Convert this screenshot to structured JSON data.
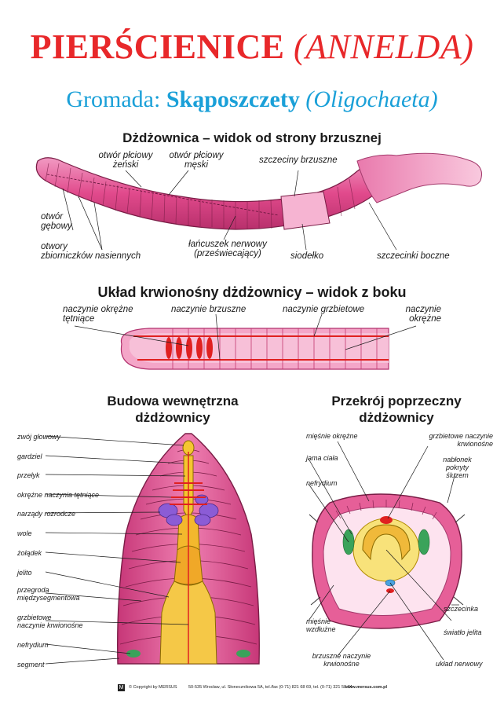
{
  "header": {
    "title": "PIERŚCIENICE",
    "title_latin": "(ANNELDA)",
    "subtitle_prefix": "Gromada:",
    "subtitle_name": "Skąposzczety",
    "subtitle_latin": "(Oligochaeta)"
  },
  "ventral_view": {
    "heading": "Dżdżownica – widok od strony brzusznej",
    "labels": {
      "female_pore": "otwór płciowy\nżeński",
      "male_pore": "otwór płciowy\nmęski",
      "ventral_setae": "szczeciny brzuszne",
      "mouth": "otwór\ngębowy",
      "seminal_pores": "otwory\nzbiorniczków nasiennych",
      "nerve_cord": "łańcuszek nerwowy\n(przeświecający)",
      "clitellum": "siodełko",
      "lateral_setae": "szczecinki boczne"
    }
  },
  "circulatory": {
    "heading": "Układ krwionośny dżdżownicy – widok z boku",
    "labels": {
      "arterial_rings": "naczynie okrężne\ntętniące",
      "ventral_vessel": "naczynie brzuszne",
      "dorsal_vessel": "naczynie grzbietowe",
      "ring_vessel": "naczynie\nokrężne"
    }
  },
  "internal": {
    "heading": "Budowa wewnętrzna\ndżdżownicy",
    "labels": [
      "zwój głowowy",
      "gardziel",
      "przełyk",
      "okrężne naczynia tętniące",
      "narządy rozrodcze",
      "wole",
      "żołądek",
      "jelito",
      "przegroda\nmiędzysegmentowa",
      "grzbietowe\nnaczynie krwionośne",
      "nefrydium",
      "segment"
    ]
  },
  "cross_section": {
    "heading": "Przekrój poprzeczny\ndżdżownicy",
    "labels": {
      "circular_muscles": "mięśnie okrężne",
      "dorsal_vessel": "grzbietowe naczynie\nkrwionośne",
      "coelom": "jama ciała",
      "cuticle": "nabłonek\npokryty\nśluzem",
      "nephridium": "nefrydium",
      "longitudinal_muscles": "mięśnie\nwzdłużne",
      "seta": "szczecinka",
      "gut_lumen": "światło jelita",
      "ventral_vessel": "brzuszne naczynie\nkrwionośne",
      "nerve_cord": "układ nerwowy"
    }
  },
  "footer": {
    "logo": "M",
    "copyright": "© Copyright by MERSUS",
    "address": "50-535 Wrocław, ul. Słonecznikowa 5A, tel./fax (0-71) 821 68 69, tel. (0-71) 321 58 74",
    "website": "www.mersus.com.pl"
  },
  "colors": {
    "title": "#e8282a",
    "subtitle": "#1aa0d8",
    "worm": "#e14a8c",
    "worm_light": "#f39ac2",
    "clitellum": "#f7b6d2"
  }
}
